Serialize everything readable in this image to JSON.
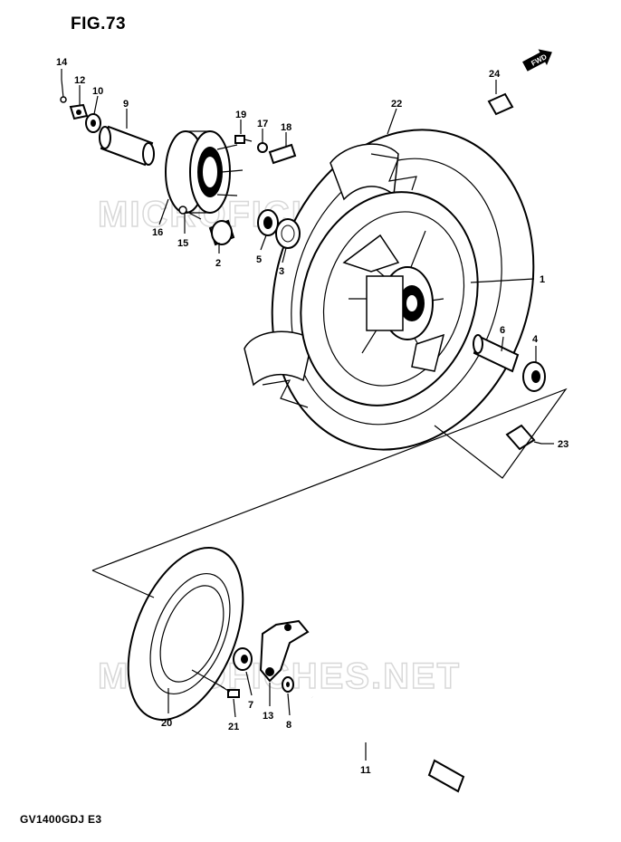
{
  "figure": {
    "title": "FIG.73",
    "model_code": "GV1400GDJ  E3"
  },
  "watermark": {
    "text": "MICROFICHES.NET"
  },
  "fwd_badge": {
    "label": "FWD"
  },
  "callouts": [
    {
      "id": "c14",
      "label": "14"
    },
    {
      "id": "c12",
      "label": "12"
    },
    {
      "id": "c10",
      "label": "10"
    },
    {
      "id": "c9",
      "label": "9"
    },
    {
      "id": "c19",
      "label": "19"
    },
    {
      "id": "c17",
      "label": "17"
    },
    {
      "id": "c18",
      "label": "18"
    },
    {
      "id": "c22",
      "label": "22"
    },
    {
      "id": "c24",
      "label": "24"
    },
    {
      "id": "c16",
      "label": "16"
    },
    {
      "id": "c15",
      "label": "15"
    },
    {
      "id": "c2",
      "label": "2"
    },
    {
      "id": "c5",
      "label": "5"
    },
    {
      "id": "c3",
      "label": "3"
    },
    {
      "id": "c1",
      "label": "1"
    },
    {
      "id": "c6",
      "label": "6"
    },
    {
      "id": "c4",
      "label": "4"
    },
    {
      "id": "c23",
      "label": "23"
    },
    {
      "id": "c20",
      "label": "20"
    },
    {
      "id": "c21",
      "label": "21"
    },
    {
      "id": "c7",
      "label": "7"
    },
    {
      "id": "c13",
      "label": "13"
    },
    {
      "id": "c8",
      "label": "8"
    },
    {
      "id": "c11",
      "label": "11"
    }
  ]
}
